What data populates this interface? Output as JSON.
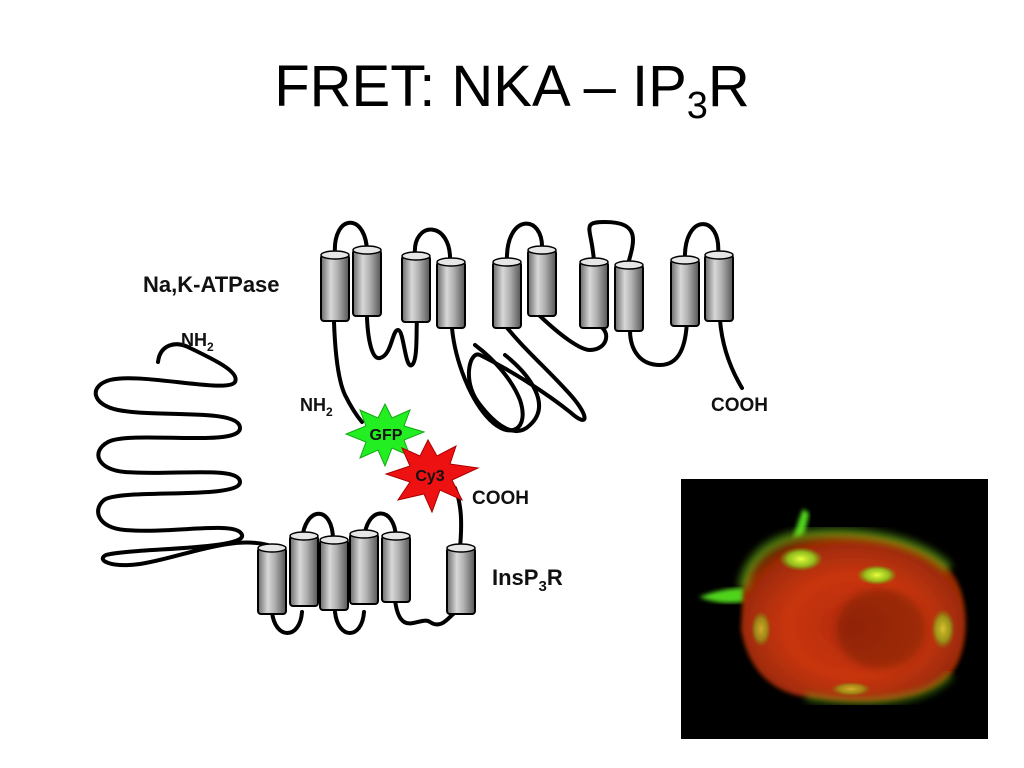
{
  "slide": {
    "title_main": "FRET: NKA – IP",
    "title_sub": "3",
    "title_tail": "R"
  },
  "diagram": {
    "nka_label": "Na,K-ATPase",
    "nka_nh2_main": "NH",
    "nka_nh2_sub": "2",
    "nka_cooh": "COOH",
    "ip3r_nh2_main": "NH",
    "ip3r_nh2_sub": "2",
    "ip3r_cooh": "COOH",
    "ip3r_label_main": "InsP",
    "ip3r_label_sub": "3",
    "ip3r_label_tail": "R",
    "gfp_label": "GFP",
    "cy3_label": "Cy3",
    "colors": {
      "gfp": "#22ee22",
      "cy3": "#ee1111",
      "cylinder_mid": "#bdbdbd",
      "cylinder_dark": "#5e5e5e"
    }
  },
  "micrograph": {
    "description_icon": "cell-fluorescence-image"
  }
}
